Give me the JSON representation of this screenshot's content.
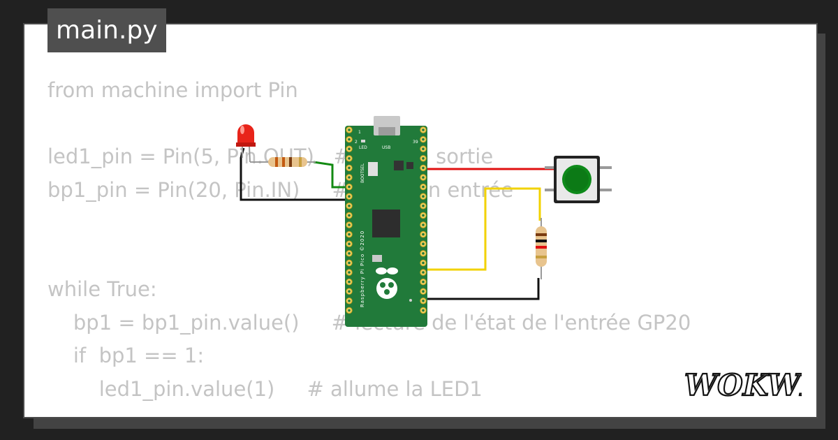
{
  "tab": {
    "filename": "main.py"
  },
  "code": {
    "lines": [
      "from machine import Pin",
      "",
      "led1_pin = Pin(5, Pin.OUT)   # GP5 en sortie",
      "bp1_pin = Pin(20, Pin.IN)     # GP20 en entrée",
      "",
      "",
      "while True:",
      "    bp1 = bp1_pin.value()     # lecture de l'état de l'entrée GP20",
      "    if  bp1 == 1:",
      "        led1_pin.value(1)     # allume la LED1"
    ]
  },
  "board": {
    "name": "Raspberry Pi Pico ©2020",
    "usb_label": "USB",
    "led_label": "LED",
    "bootsel_label": "BOOTSEL",
    "pin1_label": "1",
    "pin2_label": "2",
    "pin39_label": "39"
  },
  "brand": {
    "name": "WOKWI"
  },
  "colors": {
    "background": "#212121",
    "card": "#ffffff",
    "tab": "#4f4f4f",
    "code_text": "#c4c4c4",
    "board_green": "#217a3a",
    "wire_red": "#e01010",
    "wire_yellow": "#f2d200",
    "wire_black": "#111111",
    "wire_green": "#128a12",
    "led_red": "#e8241a",
    "button_green": "#0e8a1a"
  },
  "icons": {
    "led": "red-led-icon",
    "button": "pushbutton-icon",
    "resistor": "resistor-icon",
    "logo": "raspberry-logo-icon"
  }
}
